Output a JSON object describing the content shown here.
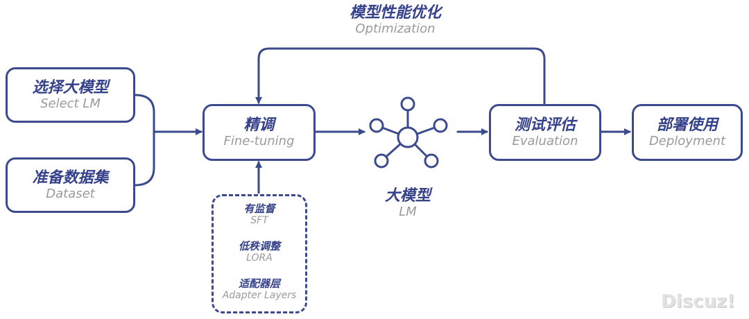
{
  "colors": {
    "stroke": "#3a4a8c",
    "heading": "#35418a",
    "subtext": "#9a9a9a"
  },
  "optimization": {
    "zh": "模型性能优化",
    "en": "Optimization"
  },
  "select_lm": {
    "zh": "选择大模型",
    "en": "Select LM"
  },
  "dataset": {
    "zh": "准备数据集",
    "en": "Dataset"
  },
  "finetune": {
    "zh": "精调",
    "en": "Fine-tuning"
  },
  "lm": {
    "zh": "大模型",
    "en": "LM"
  },
  "evaluation": {
    "zh": "测试评估",
    "en": "Evaluation"
  },
  "deployment": {
    "zh": "部署使用",
    "en": "Deployment"
  },
  "methods": [
    {
      "zh": "有监督",
      "en": "SFT"
    },
    {
      "zh": "低秩调整",
      "en": "LORA"
    },
    {
      "zh": "适配器层",
      "en": "Adapter Layers"
    }
  ],
  "watermark": "Discuz!",
  "icons": {
    "lm_node": "network-hub-icon"
  }
}
